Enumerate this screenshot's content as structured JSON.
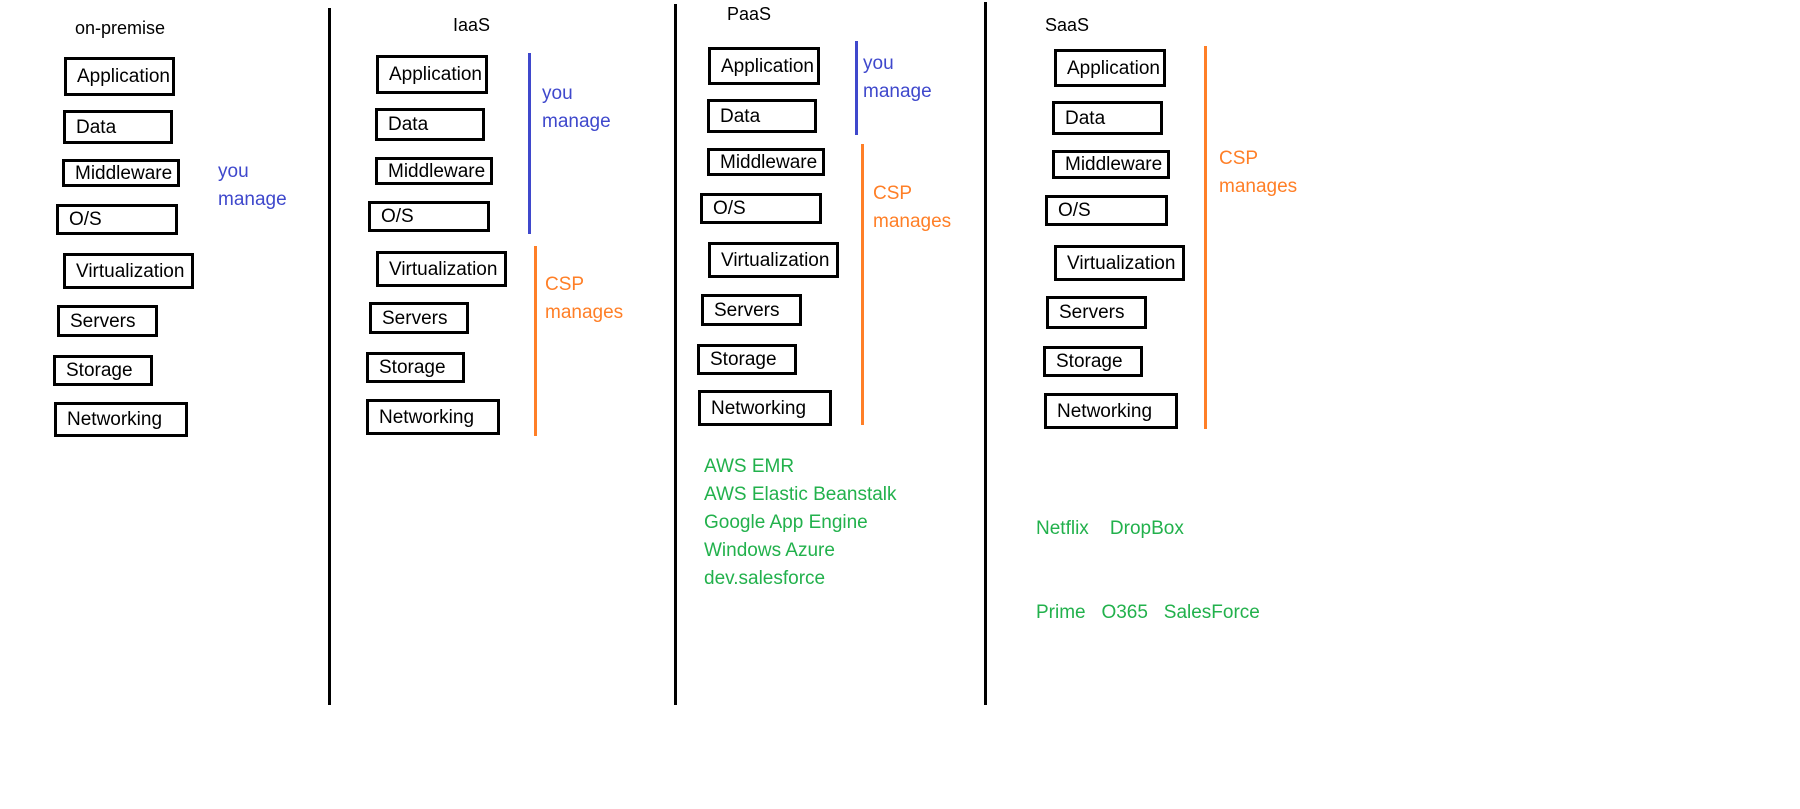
{
  "colors": {
    "you_manage": "#3f48cc",
    "csp_manages": "#ff7f27",
    "examples": "#22b14c",
    "box_border": "#000000"
  },
  "columns": [
    {
      "title": "on-premise",
      "layers": [
        "Application",
        "Data",
        "Middleware",
        "O/S",
        "Virtualization",
        "Servers",
        "Storage",
        "Networking"
      ],
      "you_manage_label": "you\nmanage"
    },
    {
      "title": "IaaS",
      "layers": [
        "Application",
        "Data",
        "Middleware",
        "O/S",
        "Virtualization",
        "Servers",
        "Storage",
        "Networking"
      ],
      "you_manage_label": "you\nmanage",
      "csp_manages_label": "CSP\nmanages"
    },
    {
      "title": "PaaS",
      "layers": [
        "Application",
        "Data",
        "Middleware",
        "O/S",
        "Virtualization",
        "Servers",
        "Storage",
        "Networking"
      ],
      "you_manage_label": "you\nmanage",
      "csp_manages_label": "CSP\nmanages",
      "examples": [
        "AWS EMR",
        "AWS Elastic Beanstalk",
        "Google App Engine",
        "Windows Azure",
        "dev.salesforce"
      ]
    },
    {
      "title": "SaaS",
      "layers": [
        "Application",
        "Data",
        "Middleware",
        "O/S",
        "Virtualization",
        "Servers",
        "Storage",
        "Networking"
      ],
      "csp_manages_label": "CSP\nmanages",
      "examples": [
        "Netflix    DropBox",
        "Prime   O365   SalesForce"
      ]
    }
  ]
}
